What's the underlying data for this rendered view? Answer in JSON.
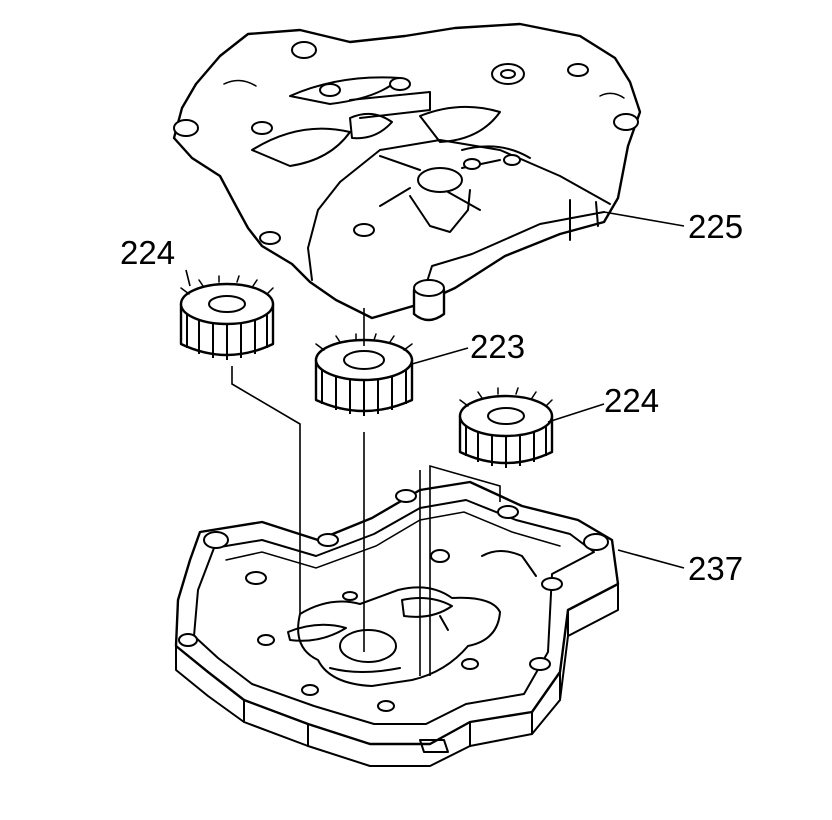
{
  "callouts": [
    {
      "id": "upper-housing",
      "label": "225"
    },
    {
      "id": "left-gear",
      "label": "224"
    },
    {
      "id": "center-gear",
      "label": "223"
    },
    {
      "id": "right-gear",
      "label": "224"
    },
    {
      "id": "lower-housing",
      "label": "237"
    }
  ]
}
